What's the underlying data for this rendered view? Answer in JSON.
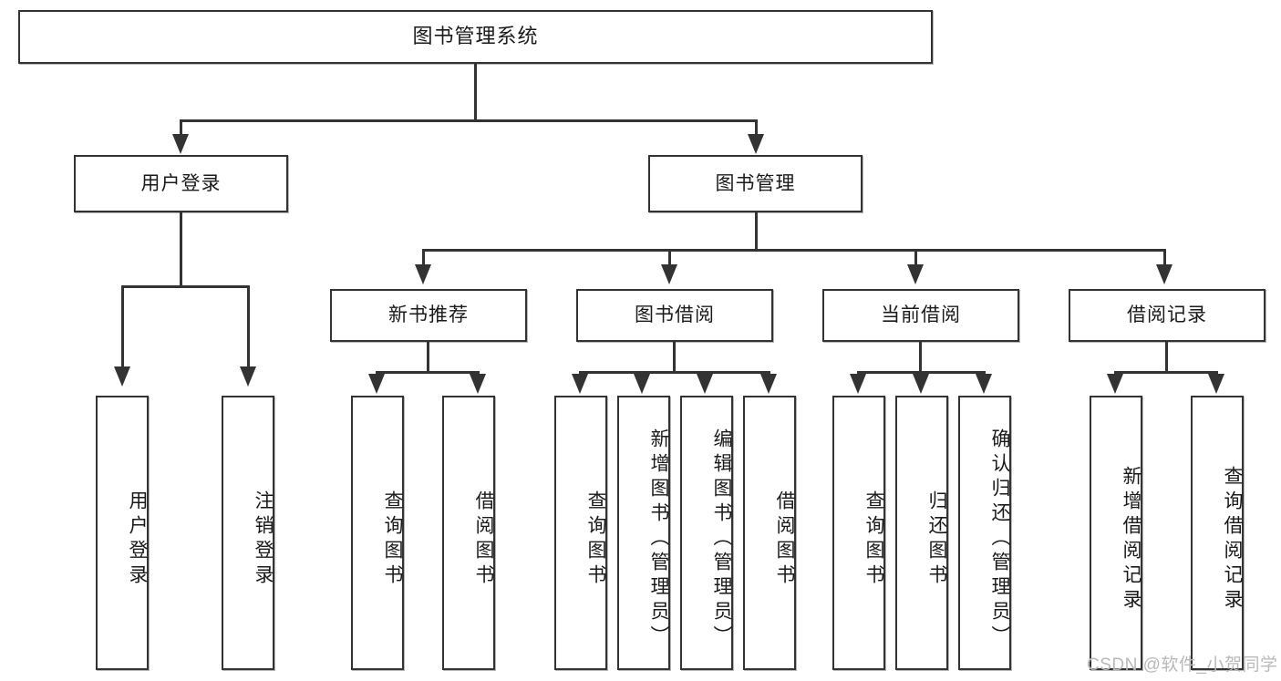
{
  "diagram": {
    "title": "图书管理系统",
    "type": "tree-hierarchy-chart",
    "root": {
      "label": "图书管理系统"
    },
    "level2": [
      {
        "label": "用户登录"
      },
      {
        "label": "图书管理"
      }
    ],
    "level3": [
      {
        "label": "新书推荐"
      },
      {
        "label": "图书借阅"
      },
      {
        "label": "当前借阅"
      },
      {
        "label": "借阅记录"
      }
    ],
    "leaves": {
      "user_login": [
        {
          "label": "用户登录"
        },
        {
          "label": "注销登录"
        }
      ],
      "new_book_recommend": [
        {
          "label": "查询图书"
        },
        {
          "label": "借阅图书"
        }
      ],
      "book_borrow": [
        {
          "label": "查询图书"
        },
        {
          "label": "新增图书（管理员）"
        },
        {
          "label": "编辑图书（管理员）"
        },
        {
          "label": "借阅图书"
        }
      ],
      "current_borrow": [
        {
          "label": "查询图书"
        },
        {
          "label": "归还图书"
        },
        {
          "label": "确认归还（管理员）"
        }
      ],
      "borrow_records": [
        {
          "label": "新增借阅记录"
        },
        {
          "label": "查询借阅记录"
        }
      ]
    }
  },
  "watermark": {
    "text": "CSDN @软件_小贺同学"
  },
  "colors": {
    "stroke": "#333333",
    "text": "#1a1a1a",
    "background": "#ffffff",
    "watermark": "#b9b9b9"
  }
}
